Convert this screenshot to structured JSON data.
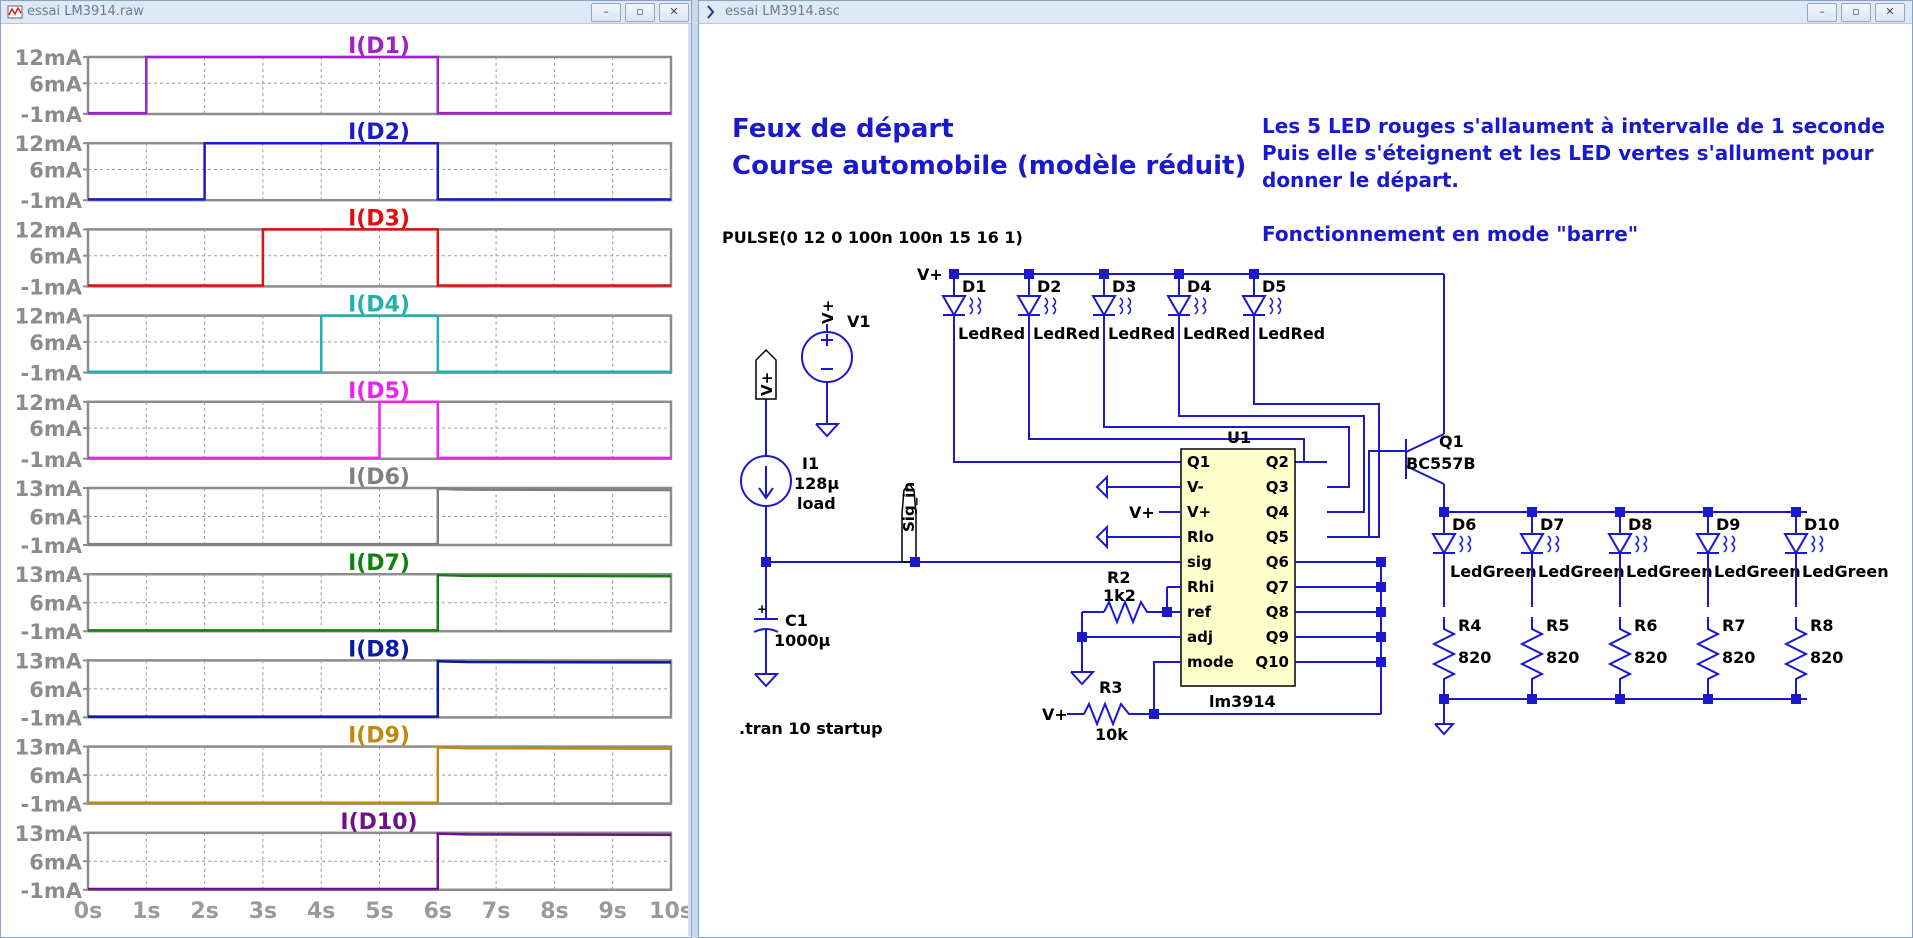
{
  "plot_window": {
    "title": "essai LM3914.raw",
    "buttons": {
      "minimize": "–",
      "maximize": "▫",
      "close": "✕"
    }
  },
  "schematic_window": {
    "title": "essai LM3914.asc",
    "buttons": {
      "minimize": "–",
      "maximize": "▫",
      "close": "✕"
    }
  },
  "chart_data": {
    "type": "line",
    "x_unit": "s",
    "xlim": [
      0,
      10
    ],
    "x_ticks": [
      "0s",
      "1s",
      "2s",
      "3s",
      "4s",
      "5s",
      "6s",
      "7s",
      "8s",
      "9s",
      "10s"
    ],
    "series": [
      {
        "name": "I(D1)",
        "color": "#a020c8",
        "y_ticks": [
          "12mA",
          "6mA",
          "-1mA"
        ],
        "ylim": [
          -1,
          12
        ],
        "x": [
          0,
          1,
          1,
          6,
          6,
          10
        ],
        "y": [
          -0.8,
          -0.8,
          12,
          12,
          -0.8,
          -0.8
        ]
      },
      {
        "name": "I(D2)",
        "color": "#1a1acc",
        "y_ticks": [
          "12mA",
          "6mA",
          "-1mA"
        ],
        "ylim": [
          -1,
          12
        ],
        "x": [
          0,
          2,
          2,
          6,
          6,
          10
        ],
        "y": [
          -0.8,
          -0.8,
          12,
          12,
          -0.8,
          -0.8
        ]
      },
      {
        "name": "I(D3)",
        "color": "#e01010",
        "y_ticks": [
          "12mA",
          "6mA",
          "-1mA"
        ],
        "ylim": [
          -1,
          12
        ],
        "x": [
          0,
          3,
          3,
          6,
          6,
          10
        ],
        "y": [
          -0.8,
          -0.8,
          12,
          12,
          -0.8,
          -0.8
        ]
      },
      {
        "name": "I(D4)",
        "color": "#20b0b0",
        "y_ticks": [
          "12mA",
          "6mA",
          "-1mA"
        ],
        "ylim": [
          -1,
          12
        ],
        "x": [
          0,
          4,
          4,
          6,
          6,
          10
        ],
        "y": [
          -0.8,
          -0.8,
          12,
          12,
          -0.8,
          -0.8
        ]
      },
      {
        "name": "I(D5)",
        "color": "#f020f0",
        "y_ticks": [
          "12mA",
          "6mA",
          "-1mA"
        ],
        "ylim": [
          -1,
          12
        ],
        "x": [
          0,
          5,
          5,
          6,
          6,
          10
        ],
        "y": [
          -0.8,
          -0.8,
          12,
          12,
          -0.8,
          -0.8
        ]
      },
      {
        "name": "I(D6)",
        "color": "#808080",
        "y_ticks": [
          "13mA",
          "6mA",
          "-1mA"
        ],
        "ylim": [
          -1,
          13
        ],
        "x": [
          0,
          6,
          6,
          6.5,
          10
        ],
        "y": [
          -0.8,
          -0.8,
          12.8,
          12.6,
          12.5
        ]
      },
      {
        "name": "I(D7)",
        "color": "#108010",
        "y_ticks": [
          "13mA",
          "6mA",
          "-1mA"
        ],
        "ylim": [
          -1,
          13
        ],
        "x": [
          0,
          6,
          6,
          6.5,
          10
        ],
        "y": [
          -0.8,
          -0.8,
          12.8,
          12.6,
          12.5
        ]
      },
      {
        "name": "I(D8)",
        "color": "#0a1aa0",
        "y_ticks": [
          "13mA",
          "6mA",
          "-1mA"
        ],
        "ylim": [
          -1,
          13
        ],
        "x": [
          0,
          6,
          6,
          6.5,
          10
        ],
        "y": [
          -0.8,
          -0.8,
          12.8,
          12.6,
          12.5
        ]
      },
      {
        "name": "I(D9)",
        "color": "#c08a10",
        "y_ticks": [
          "13mA",
          "6mA",
          "-1mA"
        ],
        "ylim": [
          -1,
          13
        ],
        "x": [
          0,
          6,
          6,
          6.5,
          10
        ],
        "y": [
          -0.8,
          -0.8,
          12.8,
          12.6,
          12.5
        ]
      },
      {
        "name": "I(D10)",
        "color": "#70108a",
        "y_ticks": [
          "13mA",
          "6mA",
          "-1mA"
        ],
        "ylim": [
          -1,
          13
        ],
        "x": [
          0,
          6,
          6,
          6.5,
          10
        ],
        "y": [
          -0.8,
          -0.8,
          12.8,
          12.6,
          12.5
        ]
      }
    ]
  },
  "schematic": {
    "title_lines": [
      "Feux de départ",
      "Course automobile (modèle réduit)"
    ],
    "description_lines": [
      "Les 5 LED rouges s'allaument à intervalle de 1 seconde",
      "Puis elle s'éteignent et les LED vertes s'allument pour",
      "donner le départ.",
      "Fonctionnement en mode \"barre\""
    ],
    "pulse": "PULSE(0 12 0 100n 100n 15 16 1)",
    "tran": ".tran 10 startup",
    "vplus": "V+",
    "sig_in": "Sig_in",
    "v1": "V1",
    "i1": [
      "I1",
      "128µ",
      "load"
    ],
    "c1": [
      "C1",
      "1000µ"
    ],
    "r2": [
      "R2",
      "1k2"
    ],
    "r3": [
      "R3",
      "10k"
    ],
    "q1": [
      "Q1",
      "BC557B"
    ],
    "u1": {
      "name": "U1",
      "model": "lm3914",
      "left_pins": [
        "Q1",
        "V-",
        "V+",
        "Rlo",
        "sig",
        "Rhi",
        "ref",
        "adj",
        "mode"
      ],
      "right_pins": [
        "Q2",
        "Q3",
        "Q4",
        "Q5",
        "Q6",
        "Q7",
        "Q8",
        "Q9",
        "Q10"
      ]
    },
    "red_leds": [
      "D1",
      "D2",
      "D3",
      "D4",
      "D5"
    ],
    "red_model": "LedRed",
    "green_leds": [
      "D6",
      "D7",
      "D8",
      "D9",
      "D10"
    ],
    "green_model": "LedGreen",
    "resistors": [
      "R4",
      "R5",
      "R6",
      "R7",
      "R8"
    ],
    "resistor_value": "820",
    "colors": {
      "wire": "#1a1acc",
      "text": "#1a1acc",
      "component": "#1a1acc",
      "ic_fill": "#ffffcc"
    }
  }
}
